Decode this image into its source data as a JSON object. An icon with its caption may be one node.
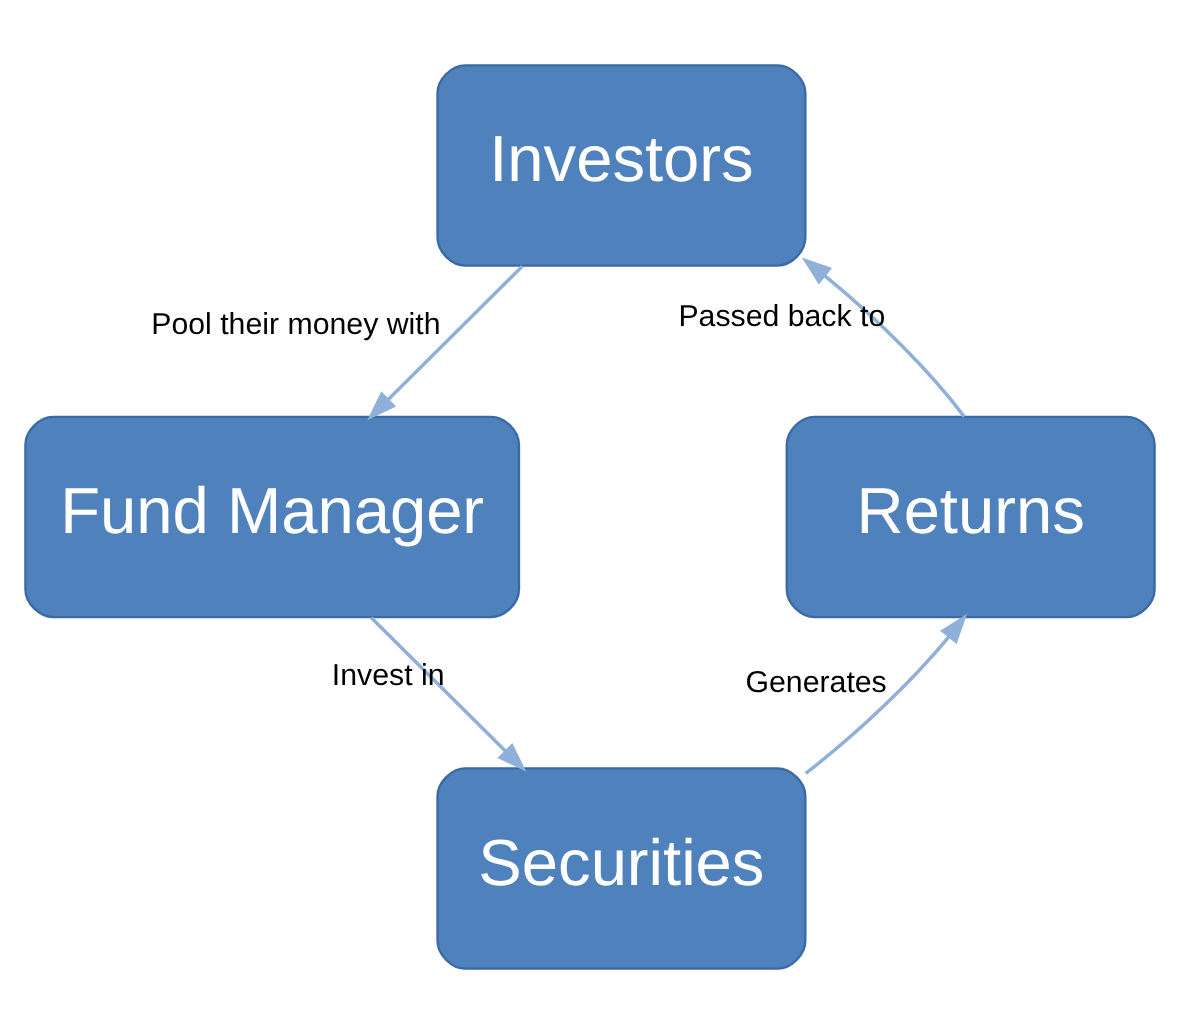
{
  "diagram": {
    "nodes": [
      {
        "text": [
          "Investors"
        ]
      },
      {
        "text": [
          "Fund Manager"
        ]
      },
      {
        "text": [
          "Securities"
        ]
      },
      {
        "text": [
          "Returns"
        ]
      }
    ],
    "edges": [
      {
        "from": 0,
        "to": 1,
        "arrow": "to",
        "label": "Pool their money with"
      },
      {
        "from": 1,
        "to": 2,
        "arrow": "to",
        "label": "Invest in"
      },
      {
        "from": 2,
        "to": 3,
        "arrow": "to",
        "label": "Generates"
      },
      {
        "from": 3,
        "to": 0,
        "arrow": "to",
        "label": "Passed back to"
      }
    ]
  }
}
